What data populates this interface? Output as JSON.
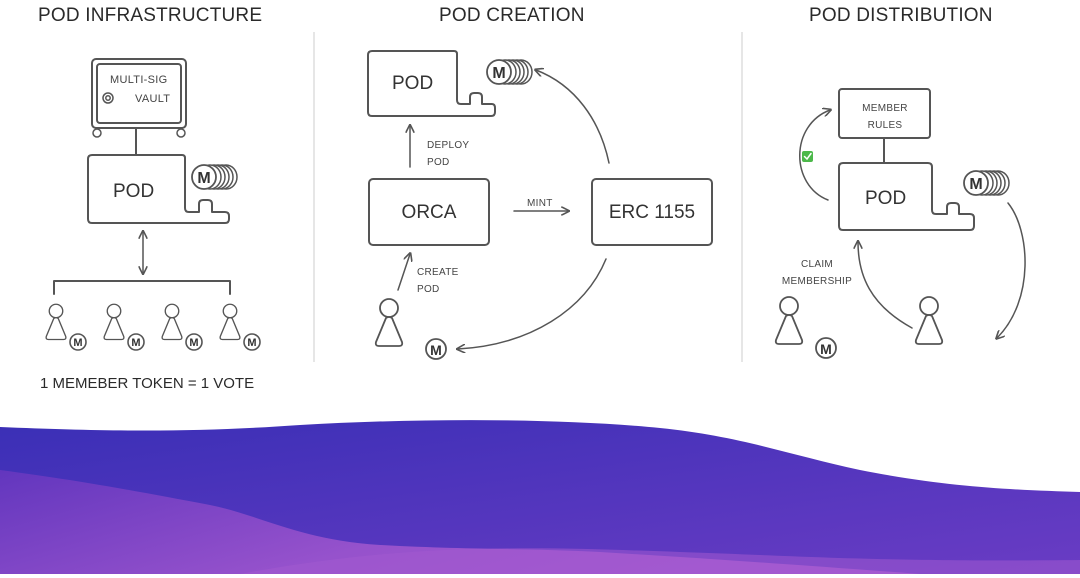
{
  "panels": {
    "infrastructure": {
      "title": "POD INFRASTRUCTURE",
      "vault_label_line1": "MULTI-SIG",
      "vault_label_line2": "VAULT",
      "pod_label": "POD",
      "token_glyph": "M",
      "member_count": 4,
      "caption": "1 MEMEBER TOKEN = 1 VOTE"
    },
    "creation": {
      "title": "POD CREATION",
      "pod_label": "POD",
      "orca_label": "ORCA",
      "erc_label": "ERC 1155",
      "deploy_line1": "DEPLOY",
      "deploy_line2": "POD",
      "mint_label": "MINT",
      "create_line1": "CREATE",
      "create_line2": "POD",
      "token_glyph": "M"
    },
    "distribution": {
      "title": "POD DISTRIBUTION",
      "rules_line1": "MEMBER",
      "rules_line2": "RULES",
      "pod_label": "POD",
      "claim_line1": "CLAIM",
      "claim_line2": "MEMBERSHIP",
      "token_glyph": "M",
      "check_icon": "check-icon"
    }
  },
  "colors": {
    "wave_top_start": "#3a2fb6",
    "wave_top_end": "#6a3cc4",
    "wave_bottom_start": "#6a3cc4",
    "wave_bottom_end": "#a55ad0",
    "check_green": "#4cb84a",
    "divider": "#dddddd"
  }
}
